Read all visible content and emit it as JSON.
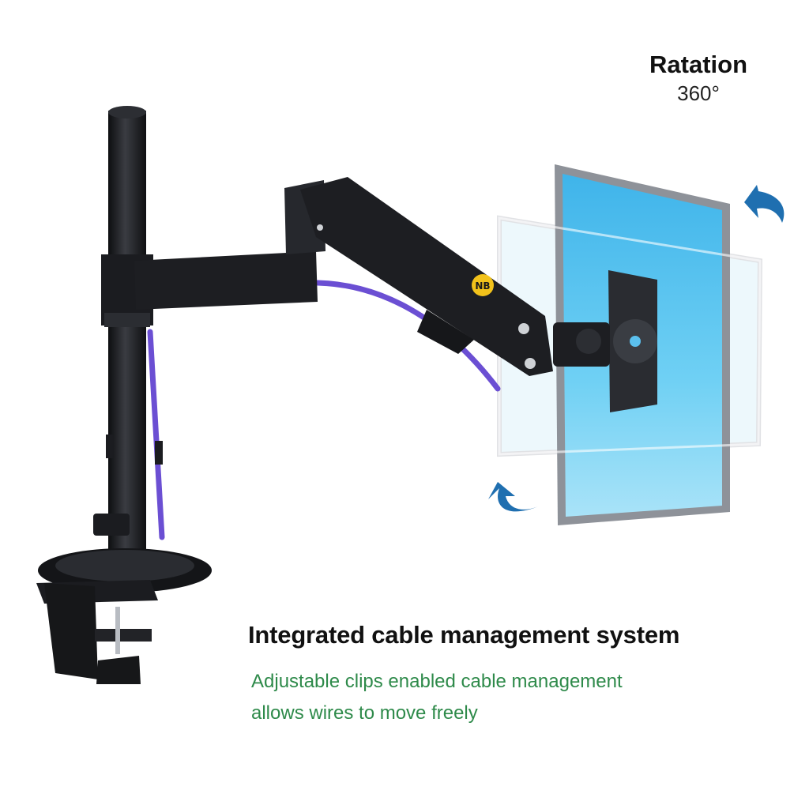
{
  "rotation": {
    "title": "Ratation",
    "angle": "360°"
  },
  "feature": {
    "headline": "Integrated cable management system",
    "description": [
      "Adjustable clips enabled cable management",
      "allows wires to move freely"
    ]
  },
  "product": {
    "brand_badge": "NB"
  },
  "icons": [
    "rotate-arrow-icon",
    "rotate-arrow-icon"
  ],
  "colors": {
    "arm": "#1d1e22",
    "cable": "#6b4fd3",
    "screen": "#4fc3ef",
    "arrow": "#1f6fb0",
    "description": "#2e8a4a",
    "badge": "#f2c21b"
  }
}
